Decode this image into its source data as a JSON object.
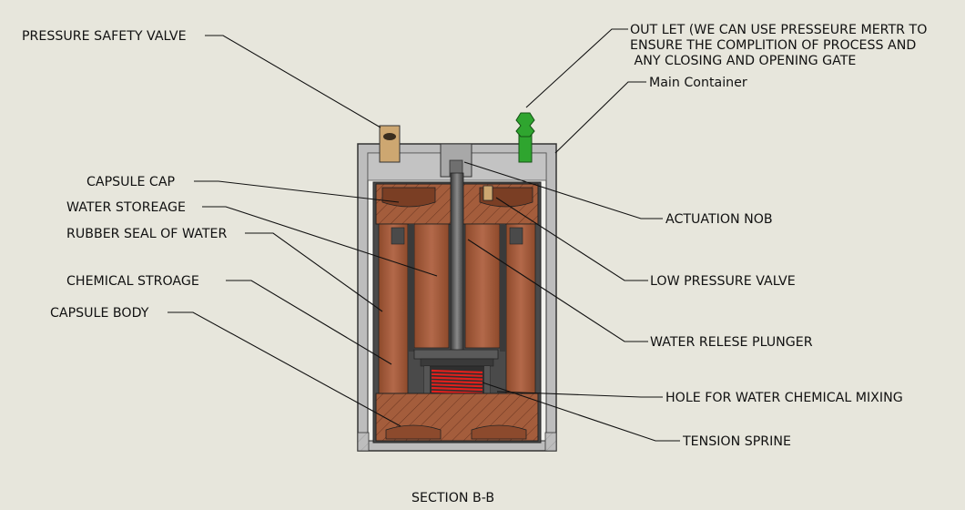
{
  "diagram": {
    "caption": "SECTION B-B",
    "labels": {
      "pressure_safety_valve": "PRESSURE SAFETY VALVE",
      "capsule_cap": "CAPSULE CAP",
      "water_storeage": "WATER STOREAGE",
      "rubber_seal": "RUBBER SEAL OF WATER",
      "chemical_stroage": "CHEMICAL STROAGE",
      "capsule_body": "CAPSULE BODY",
      "outlet_line1": "OUT LET (WE CAN USE PRESSEURE MERTR TO",
      "outlet_line2": "ENSURE THE COMPLITION OF PROCESS AND",
      "outlet_line3": " ANY CLOSING AND OPENING GATE",
      "main_container": "Main Container",
      "actuation_nob": "ACTUATION NOB",
      "low_pressure_valve": "LOW PRESSURE VALVE",
      "water_relese_plunger": "WATER RELESE PLUNGER",
      "hole_for_mixing": "HOLE FOR WATER CHEMICAL MIXING",
      "tension_sprine": "TENSION SPRINE"
    },
    "colors": {
      "background": "#e7e6dc",
      "container_wall": "#bdbdbd",
      "copper": "#a0522d",
      "spring": "#e0201c",
      "outlet": "#2fa52f",
      "safety_valve": "#cda771"
    }
  }
}
